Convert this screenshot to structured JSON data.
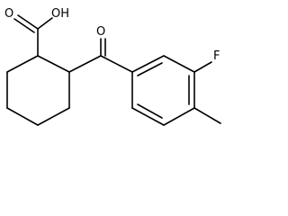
{
  "molecule": {
    "atoms": {
      "carboxyl_oh": "OH",
      "carboxyl_o": "O",
      "ketone_o": "O",
      "fluorine": "F"
    }
  }
}
